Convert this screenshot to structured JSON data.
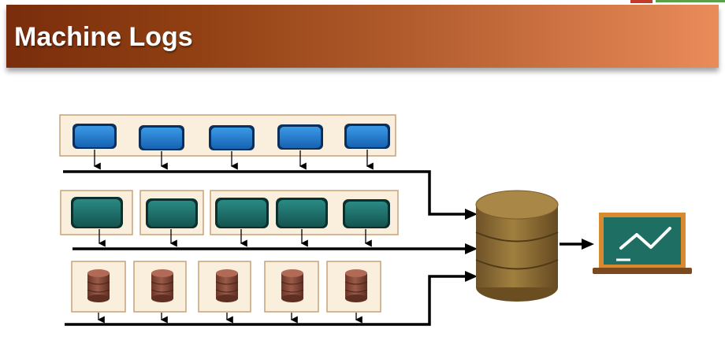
{
  "header": {
    "title": "Machine Logs"
  },
  "diagram": {
    "rows": [
      {
        "kind": "server",
        "count": 5,
        "color": "#1f77c9"
      },
      {
        "kind": "server",
        "count": 5,
        "color": "#1c6a66"
      },
      {
        "kind": "database",
        "count": 5,
        "color": "#8a4a3a"
      }
    ],
    "hub": {
      "kind": "database",
      "color": "#8b6a3c"
    },
    "output": {
      "kind": "chart-board",
      "color": "#1f6e63"
    }
  }
}
